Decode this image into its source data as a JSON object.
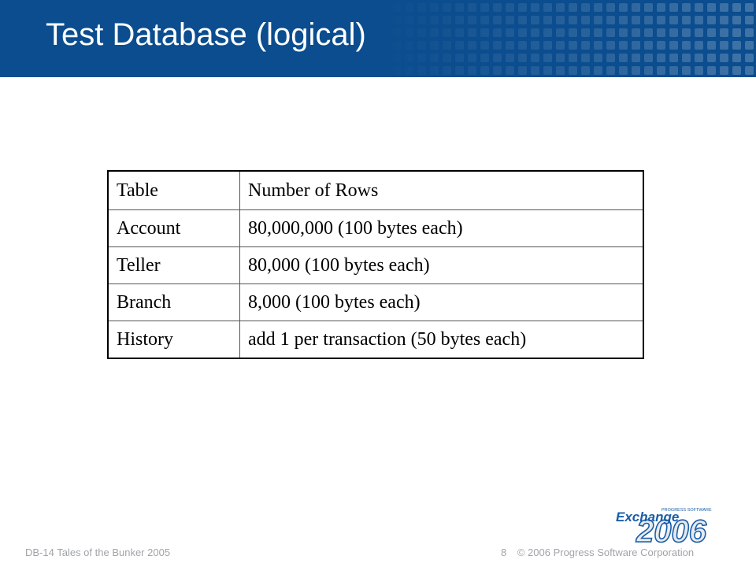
{
  "slide": {
    "title": "Test Database (logical)"
  },
  "table": {
    "header": {
      "table": "Table",
      "rows": "Number of Rows"
    },
    "rows": [
      {
        "table": "Account",
        "rows": "80,000,000 (100 bytes each)"
      },
      {
        "table": "Teller",
        "rows": "80,000 (100 bytes each)"
      },
      {
        "table": "Branch",
        "rows": "8,000 (100 bytes each)"
      },
      {
        "table": "History",
        "rows": "add 1 per transaction (50 bytes each)"
      }
    ]
  },
  "footer": {
    "session": "DB-14 Tales of the Bunker 2005",
    "page": "8",
    "copyright": "© 2006 Progress Software Corporation"
  },
  "logo": {
    "brand_small": "PROGRESS SOFTWARE",
    "name": "Exchange",
    "year": "2006"
  },
  "colors": {
    "header_bg": "#0b4d8e",
    "title_text": "#ffffff",
    "footer_text": "#a0a4a8",
    "logo_blue": "#1a5ea8",
    "logo_year_fill": "#e6e9ee"
  }
}
